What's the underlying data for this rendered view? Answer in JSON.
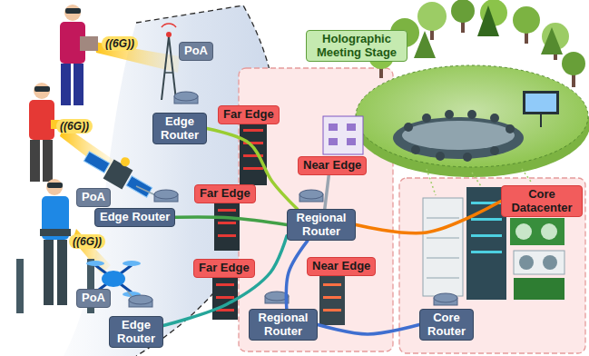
{
  "diagram": {
    "nodes": [
      {
        "text": [
          "Holographic Meeting Stage"
        ]
      },
      {
        "text": [
          "PoA"
        ]
      },
      {
        "text": [
          "Edge Router"
        ]
      },
      {
        "text": [
          "Far Edge"
        ]
      },
      {
        "text": [
          "PoA"
        ]
      },
      {
        "text": [
          "Far Edge"
        ]
      },
      {
        "text": [
          "Edge Router"
        ]
      },
      {
        "text": [
          "Near Edge"
        ]
      },
      {
        "text": [
          "Regional Router"
        ]
      },
      {
        "text": [
          "Core Datacenter"
        ]
      },
      {
        "text": [
          "Far Edge"
        ]
      },
      {
        "text": [
          "PoA"
        ]
      },
      {
        "text": [
          "Near Edge"
        ]
      },
      {
        "text": [
          "Regional Router"
        ]
      },
      {
        "text": [
          "Core Router"
        ]
      },
      {
        "text": [
          "Edge Router"
        ]
      }
    ],
    "edges": [
      {
        "from": 2,
        "to": 8,
        "arrow": "none"
      },
      {
        "from": 6,
        "to": 8,
        "arrow": "none"
      },
      {
        "from": 15,
        "to": 8,
        "arrow": "none"
      },
      {
        "from": 8,
        "to": 13,
        "arrow": "none"
      },
      {
        "from": 8,
        "to": 9,
        "arrow": "none"
      },
      {
        "from": 13,
        "to": 14,
        "arrow": "none"
      },
      {
        "from": 8,
        "to": 7,
        "arrow": "none"
      }
    ],
    "labels": [
      "((6G))",
      "((6G))",
      "((6G))"
    ]
  }
}
